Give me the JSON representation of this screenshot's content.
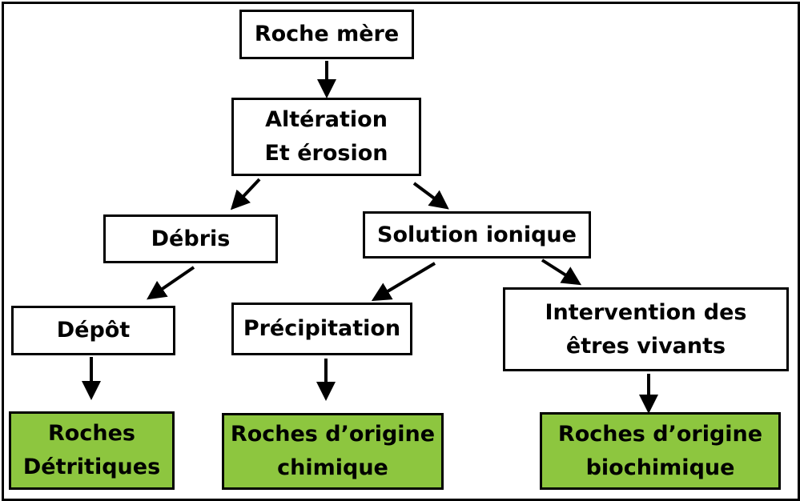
{
  "nodes": {
    "roche_mere": {
      "lines": [
        "Roche mère"
      ]
    },
    "alteration": {
      "lines": [
        "Altération",
        "Et érosion"
      ]
    },
    "debris": {
      "lines": [
        "Débris"
      ]
    },
    "solution": {
      "lines": [
        "Solution ionique"
      ]
    },
    "depot": {
      "lines": [
        "Dépôt"
      ]
    },
    "precipitation": {
      "lines": [
        "Précipitation"
      ]
    },
    "intervention": {
      "lines": [
        "Intervention des",
        "êtres vivants"
      ]
    },
    "detritiques": {
      "lines": [
        "Roches",
        "Détritiques"
      ]
    },
    "chimique": {
      "lines": [
        "Roches d’origine",
        "chimique"
      ]
    },
    "biochimique": {
      "lines": [
        "Roches d’origine",
        "biochimique"
      ]
    }
  },
  "colors": {
    "result_fill": "#8dc63f",
    "border": "#000000",
    "box_fill": "#ffffff"
  }
}
